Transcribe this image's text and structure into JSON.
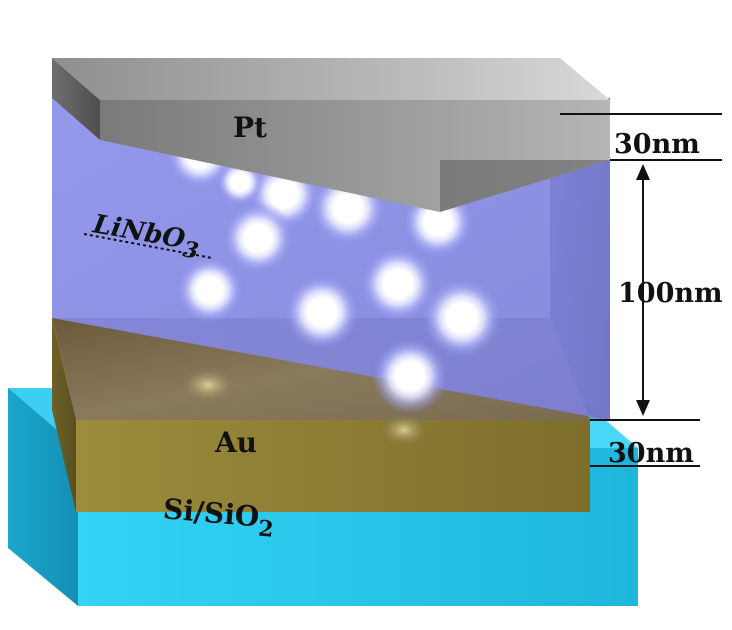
{
  "layers": {
    "top_electrode": {
      "label": "Pt",
      "thickness": "30nm",
      "color": "#9a9a9a"
    },
    "switching_layer": {
      "label_main": "LiNbO",
      "label_sub": "3",
      "thickness": "100nm",
      "color": "#8a8ee6"
    },
    "bottom_electrode": {
      "label": "Au",
      "thickness": "30nm",
      "color": "#8a7a3c"
    },
    "substrate": {
      "label_main": "Si/SiO",
      "label_sub": "2",
      "color": "#2ec8ee"
    }
  },
  "vacancy_glow_count": 11
}
